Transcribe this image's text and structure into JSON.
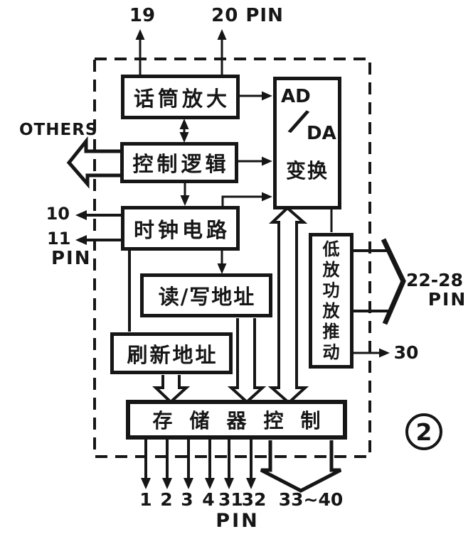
{
  "colors": {
    "ink": "#161616",
    "paper": "#ffffff"
  },
  "figure": {
    "number": "2"
  },
  "blocks": {
    "mic_amp": "话筒放大",
    "control_logic": "控制逻辑",
    "clock_circuit": "时钟电路",
    "rw_address": "读/写地址",
    "refresh_address": "刷新地址",
    "memory_control": "存储器控制",
    "ad_da": {
      "top": "AD",
      "slash": "/",
      "bottom": "DA",
      "caption": "变换"
    },
    "audio_power_driver": {
      "chars": [
        "低",
        "放",
        "功",
        "放",
        "推",
        "动"
      ]
    }
  },
  "pins": {
    "top_19": "19",
    "top_20": "20 PIN",
    "others": "OTHERS",
    "left_10": "10",
    "left_11": "11",
    "left_pin_word": "PIN",
    "right_range": "22-28",
    "right_range_pin_word": "PIN",
    "right_30": "30",
    "bottom": [
      "1",
      "2",
      "3",
      "4",
      "31",
      "32"
    ],
    "bottom_range": "33~40",
    "bottom_pin_word": "PIN"
  }
}
